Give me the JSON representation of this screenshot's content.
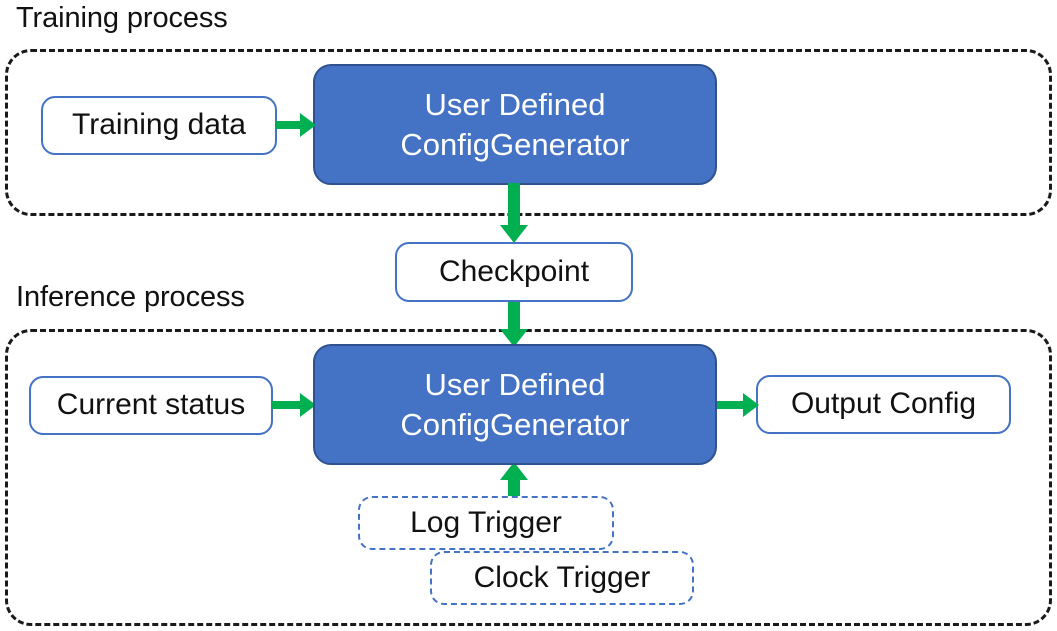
{
  "diagram": {
    "title_hidden": "Training and Inference process flow",
    "colors": {
      "primary_fill": "#4472C4",
      "primary_border": "#2F528F",
      "plain_border": "#4472C4",
      "arrow_green": "#00B050",
      "group_border": "#1A1A1A",
      "text_dark": "#111111",
      "text_light": "#FFFFFF",
      "background": "#FFFFFF"
    },
    "sections": [
      {
        "id": "training",
        "label": "Training process"
      },
      {
        "id": "inference",
        "label": "Inference process"
      }
    ],
    "nodes": [
      {
        "id": "training-data",
        "label": "Training data",
        "style": "plain"
      },
      {
        "id": "train-generator",
        "line1": "User Defined",
        "line2": "ConfigGenerator",
        "style": "primary"
      },
      {
        "id": "checkpoint",
        "label": "Checkpoint",
        "style": "plain"
      },
      {
        "id": "current-status",
        "label": "Current status",
        "style": "plain"
      },
      {
        "id": "infer-generator",
        "line1": "User Defined",
        "line2": "ConfigGenerator",
        "style": "primary"
      },
      {
        "id": "output-config",
        "label": "Output Config",
        "style": "plain"
      },
      {
        "id": "log-trigger",
        "label": "Log Trigger",
        "style": "trigger-dashed"
      },
      {
        "id": "clock-trigger",
        "label": "Clock Trigger",
        "style": "trigger-dashed"
      }
    ],
    "edges": [
      {
        "id": "training-data-to-generator",
        "from": "training-data",
        "to": "train-generator",
        "direction": "right"
      },
      {
        "id": "generator-to-checkpoint",
        "from": "train-generator",
        "to": "checkpoint",
        "direction": "down"
      },
      {
        "id": "checkpoint-to-generator",
        "from": "checkpoint",
        "to": "infer-generator",
        "direction": "down"
      },
      {
        "id": "current-status-to-generator",
        "from": "current-status",
        "to": "infer-generator",
        "direction": "right"
      },
      {
        "id": "generator-to-output-config",
        "from": "infer-generator",
        "to": "output-config",
        "direction": "right"
      },
      {
        "id": "triggers-to-generator",
        "from": "log-trigger",
        "to": "infer-generator",
        "direction": "up"
      }
    ]
  }
}
